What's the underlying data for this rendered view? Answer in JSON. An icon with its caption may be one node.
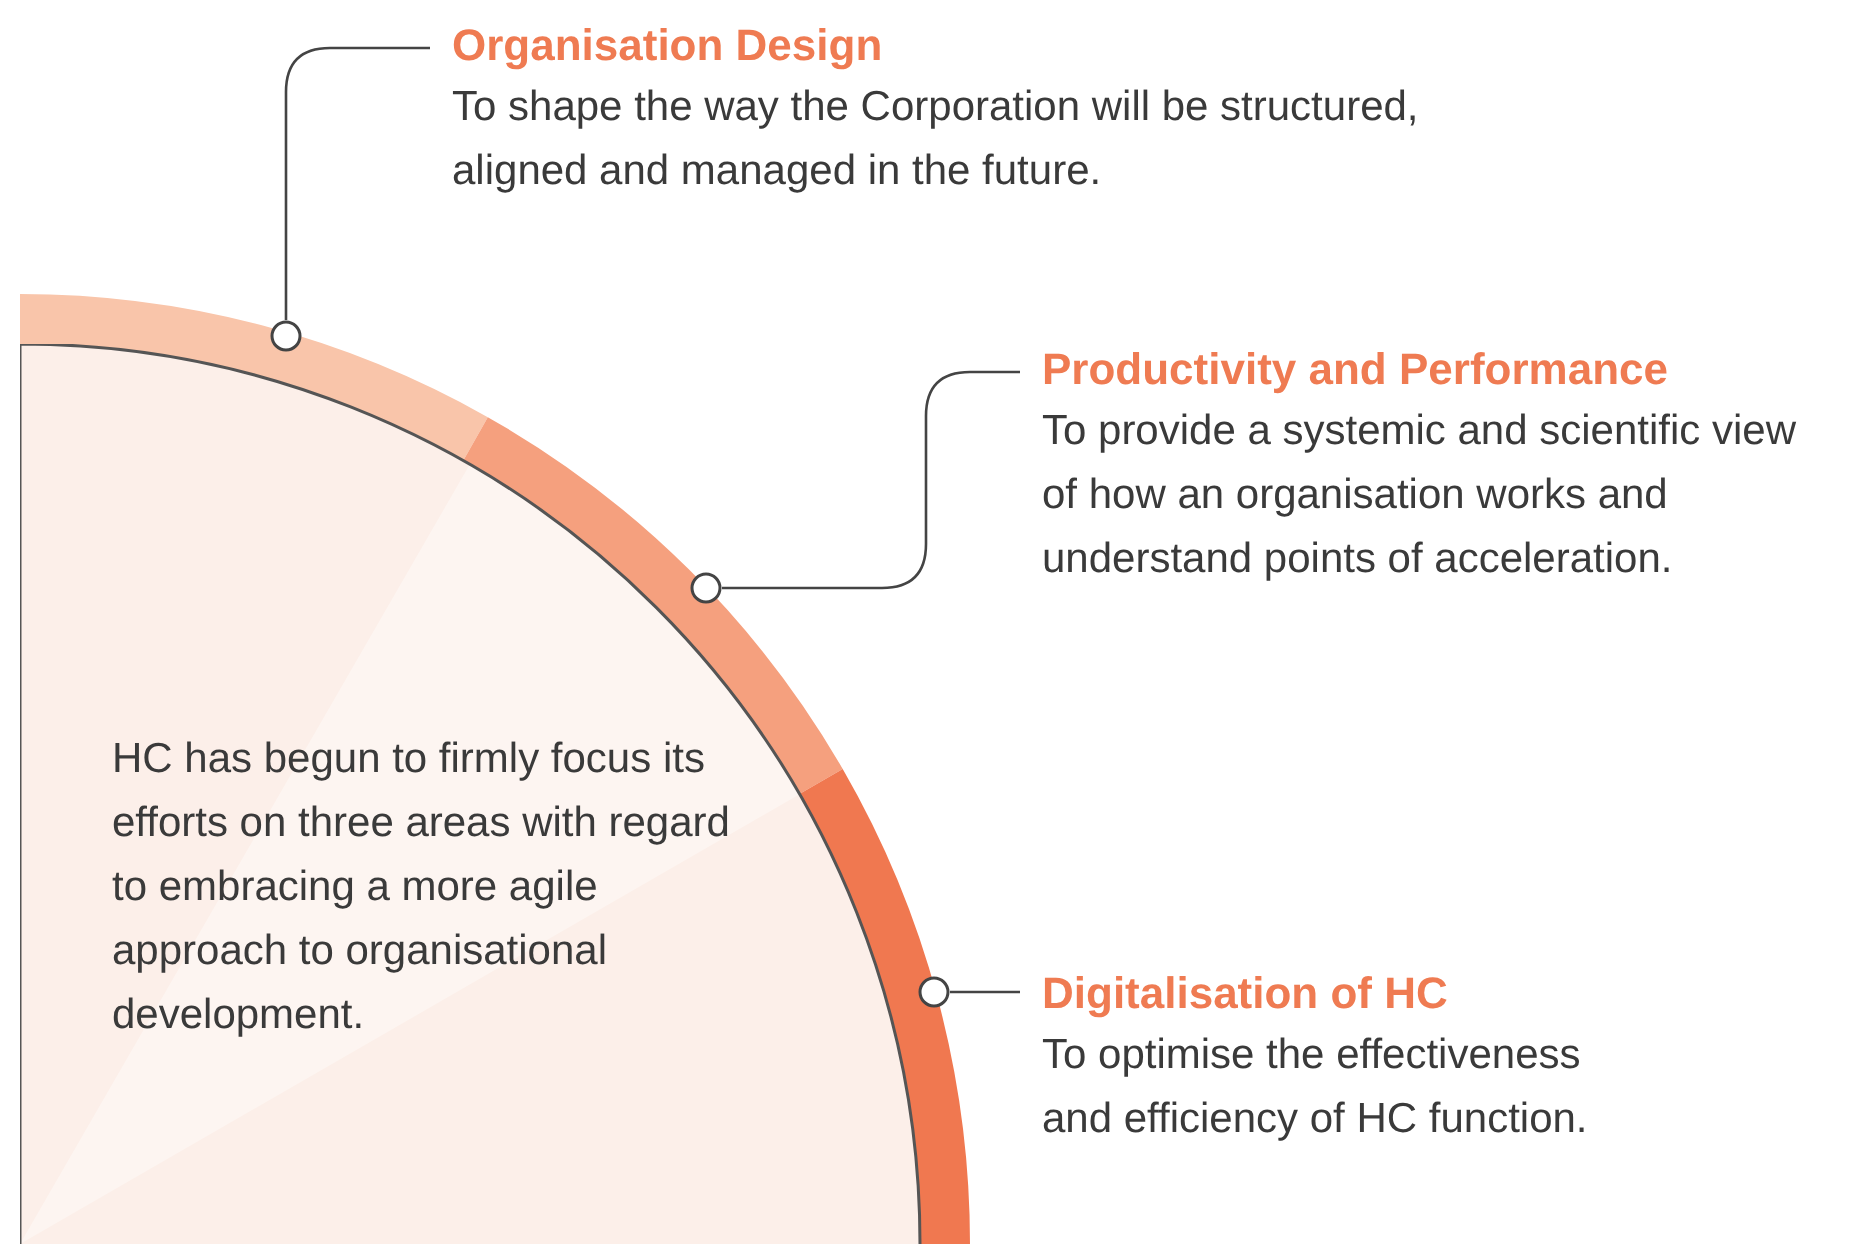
{
  "diagram": {
    "nodes": [
      {
        "text": [
          "HC has begun to firmly focus its efforts on three areas with regard to embracing a more agile approach to organisational development."
        ]
      },
      {
        "text": [
          "Organisation Design",
          "To shape the way the Corporation will be structured, aligned and managed in the future."
        ]
      },
      {
        "text": [
          "Productivity and Performance",
          "To provide a systemic and scientific view of how an organisation works and understand points of acceleration."
        ]
      },
      {
        "text": [
          "Digitalisation of HC",
          "To optimise the effectiveness and efficiency of HC function."
        ]
      },
      {
        "text": [],
        "shape": "circle"
      },
      {
        "text": [],
        "shape": "circle"
      },
      {
        "text": [],
        "shape": "circle"
      }
    ],
    "edges": [
      {
        "from": 1,
        "to": 4,
        "arrow": "none"
      },
      {
        "from": 2,
        "to": 5,
        "arrow": "none"
      },
      {
        "from": 3,
        "to": 6,
        "arrow": "none"
      }
    ]
  }
}
